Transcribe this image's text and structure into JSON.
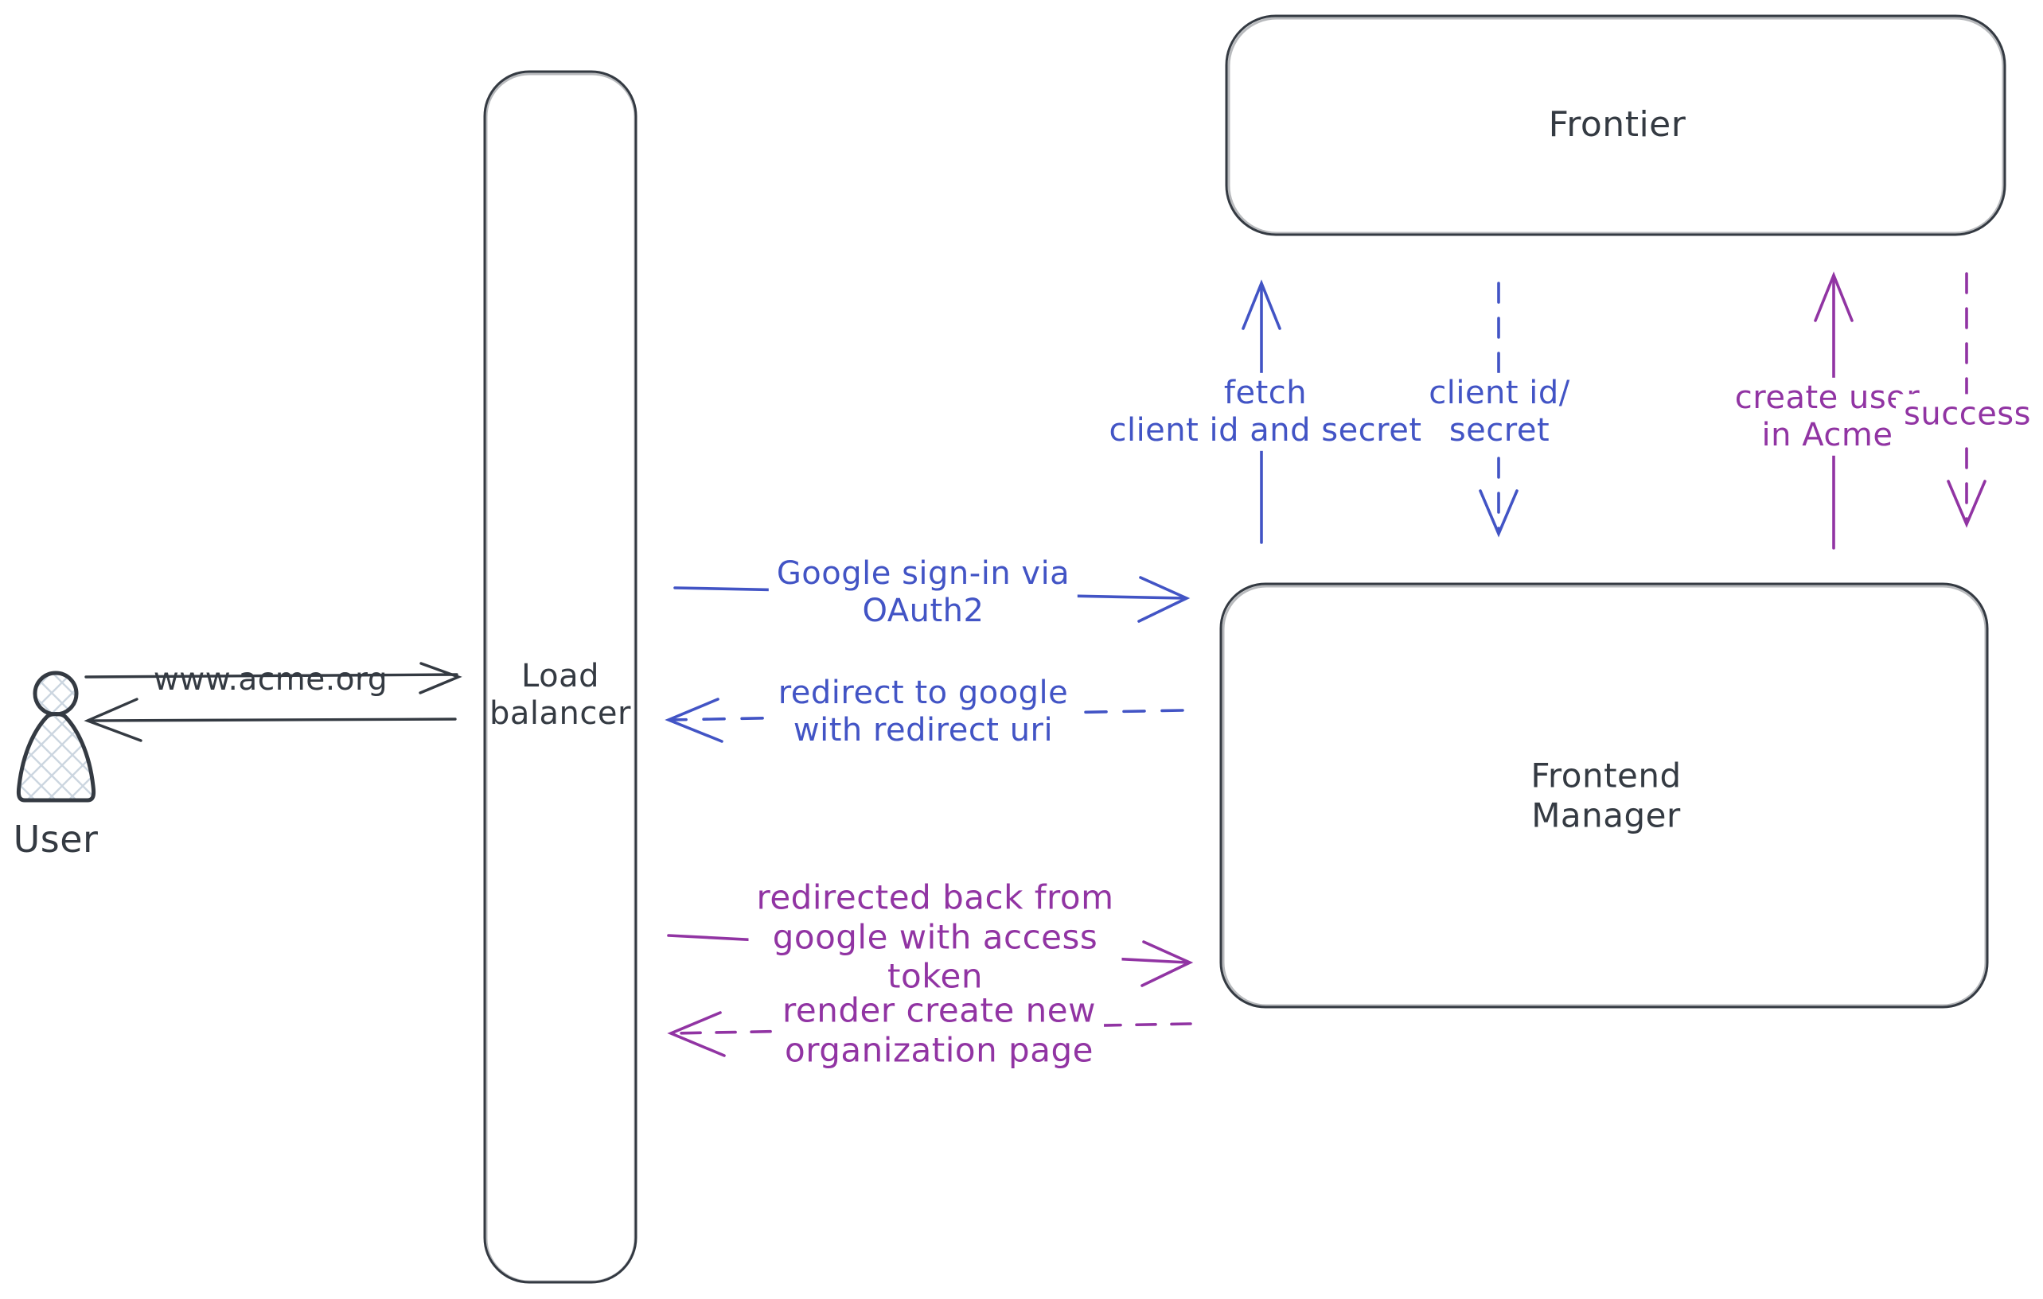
{
  "colors": {
    "ink": "#343a42",
    "blue": "#4254c5",
    "purple": "#9134a3",
    "hatch": "#ccd6e0",
    "background": "#ffffff"
  },
  "nodes": {
    "user": {
      "label": "User",
      "shape": "person"
    },
    "load_balancer": {
      "label": "Load\nbalancer",
      "shape": "rounded-rect"
    },
    "frontier": {
      "label": "Frontier",
      "shape": "rounded-rect"
    },
    "frontend_manager": {
      "label": "Frontend\nManager",
      "shape": "rounded-rect"
    }
  },
  "edges": {
    "acme_request": {
      "label": "www.acme.org",
      "style": "solid",
      "color": "ink",
      "from": "user",
      "to": "load_balancer"
    },
    "acme_response": {
      "label": "",
      "style": "solid",
      "color": "ink",
      "from": "load_balancer",
      "to": "user"
    },
    "google_signin": {
      "label": "Google sign-in via\nOAuth2",
      "style": "solid",
      "color": "blue",
      "from": "load_balancer",
      "to": "frontend_manager"
    },
    "redirect_google": {
      "label": "redirect to google\nwith redirect uri",
      "style": "dashed",
      "color": "blue",
      "from": "frontend_manager",
      "to": "load_balancer"
    },
    "fetch_secret": {
      "label": "fetch\nclient id and secret",
      "style": "solid",
      "color": "blue",
      "from": "frontend_manager",
      "to": "frontier"
    },
    "client_id_secret": {
      "label": "client id/\nsecret",
      "style": "dashed",
      "color": "blue",
      "from": "frontier",
      "to": "frontend_manager"
    },
    "create_user": {
      "label": "create user\nin Acme",
      "style": "solid",
      "color": "purple",
      "from": "frontend_manager",
      "to": "frontier"
    },
    "success": {
      "label": "success",
      "style": "dashed",
      "color": "purple",
      "from": "frontier",
      "to": "frontend_manager"
    },
    "redirected_back": {
      "label": "redirected back from\ngoogle with access\ntoken",
      "style": "solid",
      "color": "purple",
      "from": "load_balancer",
      "to": "frontend_manager"
    },
    "render_page": {
      "label": "render create new\norganization page",
      "style": "dashed",
      "color": "purple",
      "from": "frontend_manager",
      "to": "load_balancer"
    }
  }
}
